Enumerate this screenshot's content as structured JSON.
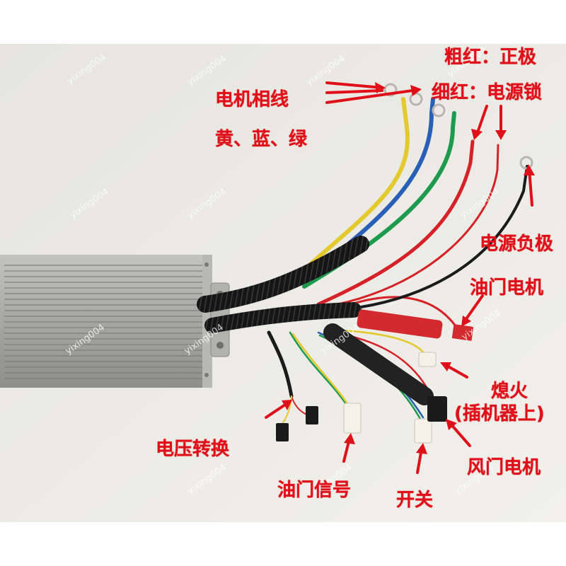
{
  "colors": {
    "label": "#e0101a",
    "wall": "#ecebe6",
    "housing": "#a9a9a3",
    "wire_yellow": "#e3c92e",
    "wire_blue": "#2a5fb8",
    "wire_green": "#1d9a4d",
    "wire_red": "#d52127",
    "wire_black": "#1b1b1b"
  },
  "labels": {
    "positive_thick_red": "粗红：正极",
    "power_lock_thin_red": "细红：电源锁",
    "motor_phase_wires": "电机相线",
    "phase_colors": "黄、蓝、绿",
    "power_negative": "电源负极",
    "throttle_motor": "油门电机",
    "flameout": "熄火",
    "flameout_note": "(插机器上)",
    "voltage_conversion": "电压转换",
    "fan_motor": "风门电机",
    "throttle_signal": "油门信号",
    "switch": "开关"
  },
  "watermark": "yixing004"
}
